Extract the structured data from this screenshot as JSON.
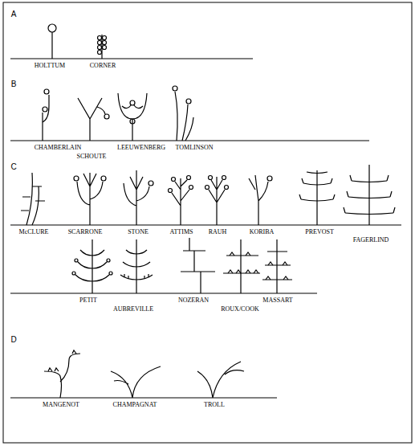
{
  "diagram": {
    "labels": [
      "A",
      "HOLTTUM",
      "CORNER",
      "B",
      "CHAMBERLAIN",
      "SCHOUTE",
      "LEEUWENBERG",
      "TOMLINSON",
      "C",
      "McCLURE",
      "SCARRONE",
      "STONE",
      "ATTIMS",
      "RAUH",
      "KORIBA",
      "PREVOST",
      "FAGERLIND",
      "PETIT",
      "AUBREVILLE",
      "NOZERAN",
      "ROUX/COOK",
      "MASSART",
      "D",
      "MANGENOT",
      "CHAMPAGNAT",
      "TROLL"
    ]
  }
}
